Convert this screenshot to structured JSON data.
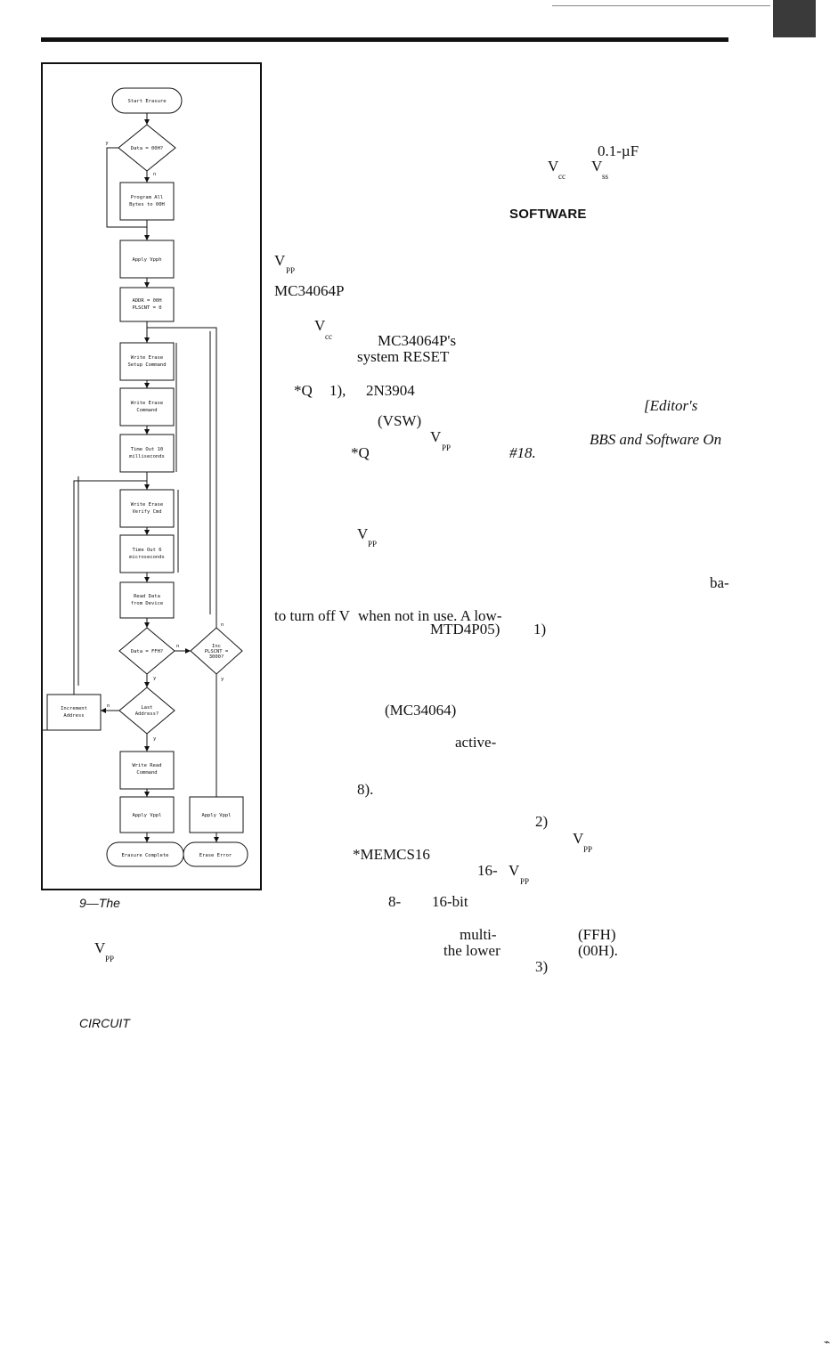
{
  "flowchart": {
    "start": "Start Erasure",
    "dec_data_00": "Data = 00H?",
    "yes": "y",
    "no": "n",
    "program_all": [
      "Program All",
      "Bytes to 00H"
    ],
    "apply_vpph": "Apply Vpph",
    "init": [
      "ADDR = 00H",
      "PLSCNT = 0"
    ],
    "write_setup": [
      "Write Erase",
      "Setup Command"
    ],
    "write_erase": [
      "Write Erase",
      "Command"
    ],
    "timeout_10ms": [
      "Time Out 10",
      "milliseconds"
    ],
    "write_verify": [
      "Write Erase",
      "Verify Cmd"
    ],
    "timeout_6us": [
      "Time Out 6",
      "microseconds"
    ],
    "read_data": [
      "Read Data",
      "from Device"
    ],
    "dec_data_ff": "Data = FFH?",
    "dec_plscnt": [
      "Inc",
      "PLSCNT =",
      "3000?"
    ],
    "increment_addr": [
      "Increment",
      "Address"
    ],
    "dec_last_addr": [
      "Last",
      "Address?"
    ],
    "write_read": [
      "Write Read",
      "Command"
    ],
    "apply_vppl_a": "Apply Vppl",
    "apply_vppl_b": "Apply Vppl",
    "erasure_complete": "Erasure Complete",
    "erase_error": "Erase Error"
  },
  "text": {
    "cap_uf": "0.1-µF",
    "v1": "V",
    "cc1": "cc",
    "v2": "V",
    "ss": "ss",
    "software": "SOFTWARE",
    "vpp_v": "V",
    "vpp_pp": "PP",
    "mc34064p": "MC34064P",
    "vcc_v": "V",
    "vcc_cc": "cc",
    "mc34064ps": "MC34064P's",
    "system_reset": "system RESET",
    "q1": "*Q",
    "one": "1),",
    "n2n3904": "2N3904",
    "editors": "[Editor's",
    "vsw": "(VSW)",
    "v_pp2_v": "V",
    "v_pp2_pp": "PP",
    "bbs": "BBS and Software On",
    "q2": "*Q",
    "no18": "#18.",
    "v_pp3_v": "V",
    "v_pp3_pp": "PP",
    "ba": "ba-",
    "turn_off": "to turn off V",
    "when_not": "when not in use. A low-",
    "mtd4p05": "MTD4P05)",
    "one_b": "1)",
    "mc34064": "(MC34064)",
    "active": "active-",
    "eight": "8).",
    "two": "2)",
    "v_pp4_v": "V",
    "v_pp4_pp": "PP",
    "memcs16": "*MEMCS16",
    "sixteen": "16-",
    "v_pp5_v": "V",
    "v_pp5_pp": "PP",
    "fig9": "9—The",
    "eight_dash": "8-",
    "sixteen_bit": "16-bit",
    "multi": "multi-",
    "ffh": "(FFH)",
    "v_pp6_v": "V",
    "v_pp6_pp": "PP",
    "the_lower": "the lower",
    "ooh": "(00H).",
    "three": "3)",
    "circuit": "CIRCUIT"
  }
}
